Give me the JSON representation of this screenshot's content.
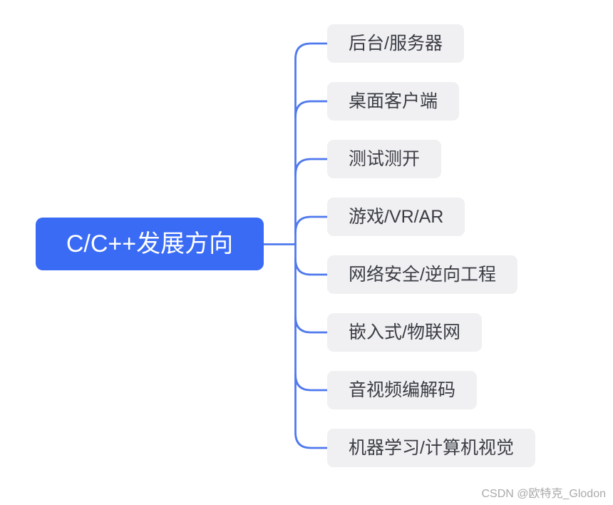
{
  "root": {
    "label": "C/C++发展方向"
  },
  "branches": [
    {
      "label": "后台/服务器"
    },
    {
      "label": "桌面客户端"
    },
    {
      "label": "测试测开"
    },
    {
      "label": "游戏/VR/AR"
    },
    {
      "label": "网络安全/逆向工程"
    },
    {
      "label": "嵌入式/物联网"
    },
    {
      "label": "音视频编解码"
    },
    {
      "label": "机器学习/计算机视觉"
    }
  ],
  "watermark": "CSDN @欧特克_Glodon",
  "colors": {
    "root_bg": "#3a6bf5",
    "root_text": "#ffffff",
    "connector": "#5079ee",
    "branch_bg": "#f0f0f2",
    "branch_text": "#3a3d44",
    "watermark_text": "#aaaaaa",
    "background": "#ffffff"
  }
}
